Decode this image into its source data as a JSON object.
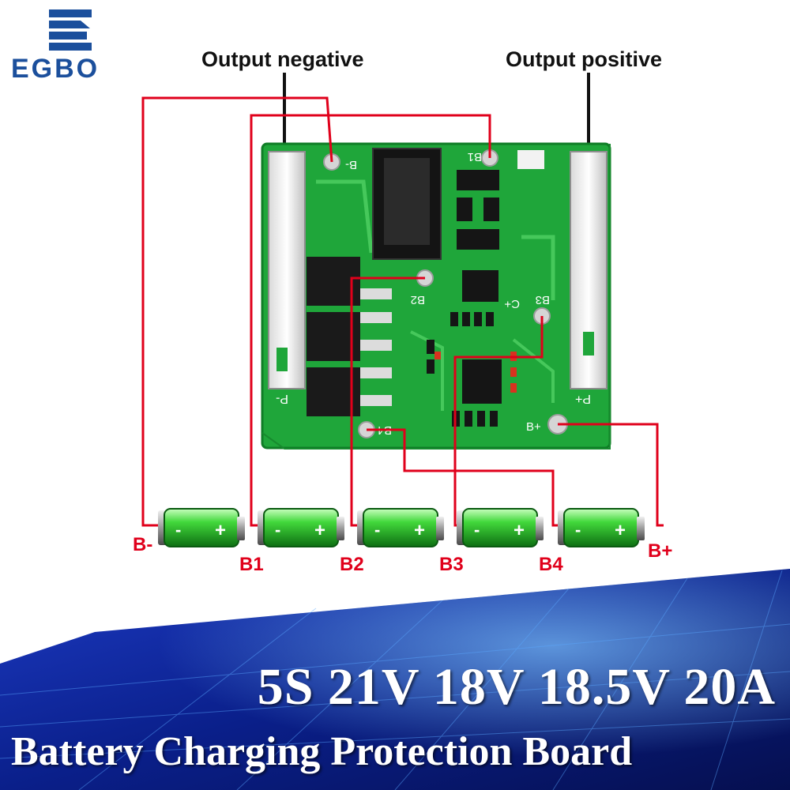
{
  "brand": {
    "logo_text": "EGBO",
    "color": "#1b4f9c"
  },
  "labels": {
    "output_negative": "Output negative",
    "output_positive": "Output positive"
  },
  "nodes": [
    "B-",
    "B1",
    "B2",
    "B3",
    "B4",
    "B+"
  ],
  "board_pads": {
    "b_minus": "B-",
    "b1": "B1",
    "b2": "B2",
    "b3": "B3",
    "b4": "B4",
    "b_plus": "B+",
    "p_minus": "P-",
    "p_plus": "P+",
    "c_plus": "C+"
  },
  "colors": {
    "wire": "#e0001b",
    "pcb": "#1fa63a",
    "cell": "#3bd23b",
    "banner": "#0a1f8a"
  },
  "headline": {
    "spec": "5S 21V 18V 18.5V 20A",
    "title": "Battery Charging Protection Board"
  }
}
